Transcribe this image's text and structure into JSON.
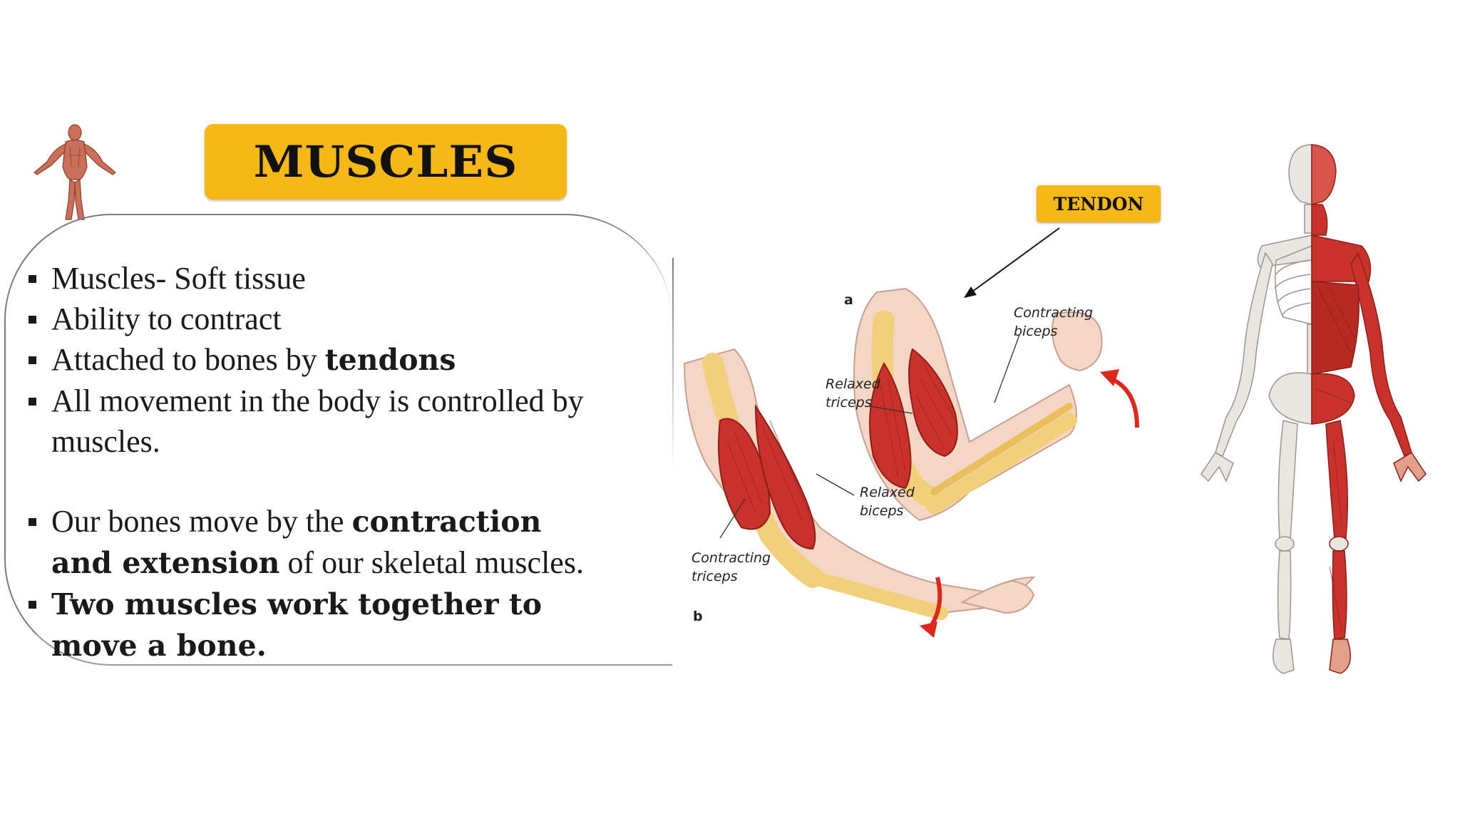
{
  "slide": {
    "title": "MUSCLES",
    "bullets": [
      {
        "text": "Muscles- Soft tissue"
      },
      {
        "text": "Ability to contract"
      },
      {
        "pre": "Attached to bones by ",
        "bold": "tendons"
      },
      {
        "text": "All movement in the body is controlled by",
        "text2": "muscles."
      },
      {
        "pre": "Our bones move by the ",
        "bold": "contraction",
        "bold2": "and extension",
        "post": " of our skeletal muscles."
      },
      {
        "bold": "Two muscles work together to",
        "bold2": "move a bone."
      }
    ]
  },
  "diagram": {
    "tendon_label": "TENDON",
    "panel_a": "a",
    "panel_b": "b",
    "labels": {
      "contracting_biceps": [
        "Contracting",
        "biceps"
      ],
      "relaxed_triceps": [
        "Relaxed",
        "triceps"
      ],
      "relaxed_biceps": [
        "Relaxed",
        "biceps"
      ],
      "contracting_triceps": [
        "Contracting",
        "triceps"
      ]
    }
  },
  "colors": {
    "badge": "#f5b814",
    "muscle": "#c8322a",
    "bone": "#f2cf7a",
    "skin": "#f4d6c4"
  },
  "icons": [
    "small-anatomy-figure-icon",
    "arm-muscles-diagram",
    "skeleton-muscle-figure"
  ]
}
